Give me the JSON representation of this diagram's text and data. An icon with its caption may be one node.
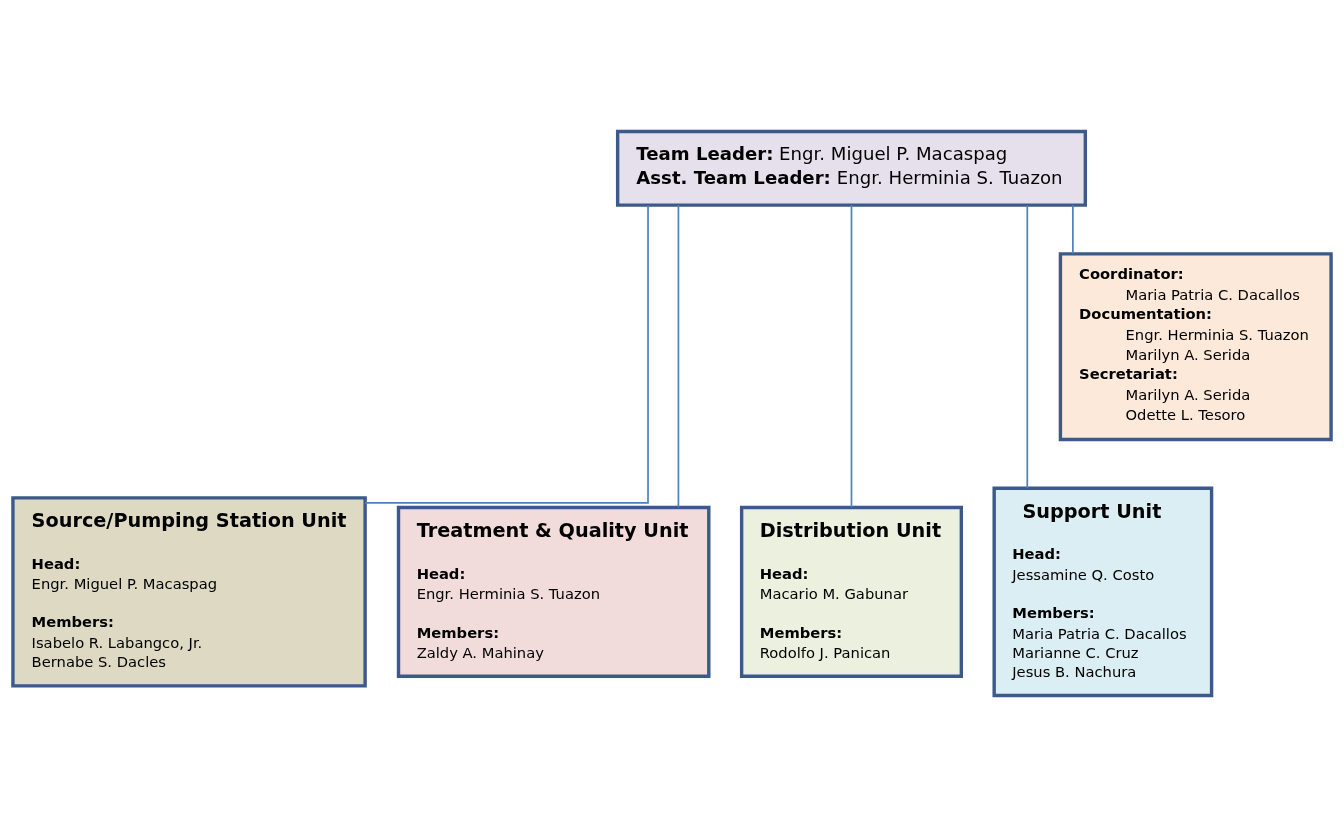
{
  "diagram": {
    "nodes": [
      {
        "text": [
          "**Team Leader:** Engr. Miguel P. Macaspag",
          "**Asst. Team Leader:** Engr. Herminia S. Tuazon"
        ]
      },
      {
        "text": [
          "Coordinator:",
          "Maria Patria C. Dacallos",
          "Documentation:",
          "Engr. Herminia S. Tuazon",
          "Marilyn A. Serida",
          "Secretariat:",
          "Marilyn A. Serida",
          "Odette L. Tesoro"
        ]
      },
      {
        "text": [
          "Source/Pumping Station Unit",
          "Head:",
          "Engr. Miguel P. Macaspag",
          "Members:",
          "Isabelo R. Labangco, Jr.",
          "Bernabe S. Dacles"
        ]
      },
      {
        "text": [
          "Treatment & Quality Unit",
          "Head:",
          "Engr. Herminia S. Tuazon",
          "Members:",
          "Zaldy A. Mahinay"
        ]
      },
      {
        "text": [
          "Distribution Unit",
          "Head:",
          "Macario M. Gabunar",
          "Members:",
          "Rodolfo J. Panican"
        ]
      },
      {
        "text": [
          "Support Unit",
          "Head:",
          "Jessamine Q. Costo",
          "Members:",
          "Maria Patria C. Dacallos",
          "Marianne C. Cruz",
          "Jesus B. Nachura"
        ]
      }
    ],
    "edges": [
      {
        "from": 0,
        "to": 1,
        "arrow": "none"
      },
      {
        "from": 0,
        "to": 2,
        "arrow": "none"
      },
      {
        "from": 0,
        "to": 3,
        "arrow": "none"
      },
      {
        "from": 0,
        "to": 4,
        "arrow": "none"
      },
      {
        "from": 0,
        "to": 5,
        "arrow": "none"
      }
    ]
  }
}
